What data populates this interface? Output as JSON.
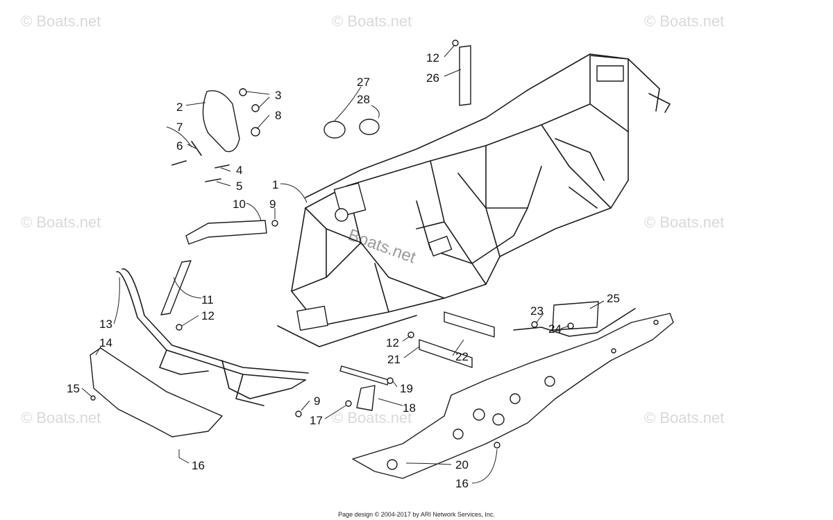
{
  "watermark": "© Boats.net",
  "center_watermark": "Boats.net",
  "footer_text": "Page design © 2004-2017 by ARI Network Services, Inc.",
  "callouts": [
    "1",
    "2",
    "3",
    "4",
    "5",
    "6",
    "7",
    "8",
    "9",
    "10",
    "11",
    "12",
    "13",
    "14",
    "15",
    "16",
    "17",
    "18",
    "19",
    "20",
    "21",
    "22",
    "23",
    "24",
    "25",
    "26",
    "27",
    "28"
  ],
  "colors": {
    "ink": "#1a1a1a",
    "watermark": "#d9d9d9"
  }
}
